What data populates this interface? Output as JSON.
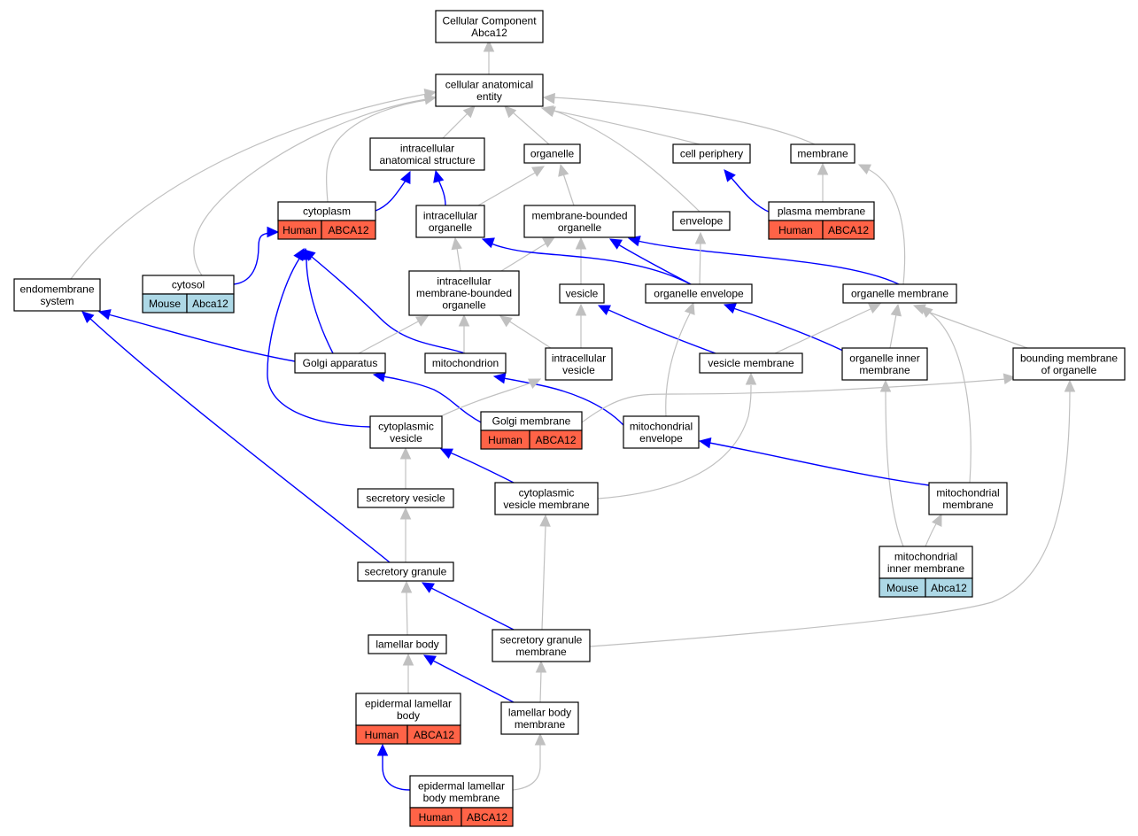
{
  "graph": {
    "colors": {
      "human": "#ff6347",
      "mouse": "#add8e6",
      "is_a": "#c0c0c0",
      "part_of": "#0000ff"
    },
    "nodes": [
      {
        "id": "root",
        "lines": [
          "Cellular Component",
          "Abca12"
        ]
      },
      {
        "id": "cae",
        "lines": [
          "cellular anatomical",
          "entity"
        ]
      },
      {
        "id": "ias",
        "lines": [
          "intracellular",
          "anatomical structure"
        ]
      },
      {
        "id": "organelle",
        "lines": [
          "organelle"
        ]
      },
      {
        "id": "cellperiph",
        "lines": [
          "cell periphery"
        ]
      },
      {
        "id": "membrane",
        "lines": [
          "membrane"
        ]
      },
      {
        "id": "cytoplasm",
        "lines": [
          "cytoplasm"
        ],
        "annotation": {
          "species": "Human",
          "gene": "ABCA12"
        }
      },
      {
        "id": "intraorg",
        "lines": [
          "intracellular",
          "organelle"
        ]
      },
      {
        "id": "mbo",
        "lines": [
          "membrane-bounded",
          "organelle"
        ]
      },
      {
        "id": "envelope",
        "lines": [
          "envelope"
        ]
      },
      {
        "id": "plasmamem",
        "lines": [
          "plasma membrane"
        ],
        "annotation": {
          "species": "Human",
          "gene": "ABCA12"
        }
      },
      {
        "id": "endomem",
        "lines": [
          "endomembrane",
          "system"
        ]
      },
      {
        "id": "cytosol",
        "lines": [
          "cytosol"
        ],
        "annotation": {
          "species": "Mouse",
          "gene": "Abca12"
        }
      },
      {
        "id": "imbo",
        "lines": [
          "intracellular",
          "membrane-bounded",
          "organelle"
        ]
      },
      {
        "id": "vesicle",
        "lines": [
          "vesicle"
        ]
      },
      {
        "id": "orgenv",
        "lines": [
          "organelle envelope"
        ]
      },
      {
        "id": "orgmem",
        "lines": [
          "organelle membrane"
        ]
      },
      {
        "id": "golgi",
        "lines": [
          "Golgi apparatus"
        ]
      },
      {
        "id": "mito",
        "lines": [
          "mitochondrion"
        ]
      },
      {
        "id": "intraves",
        "lines": [
          "intracellular",
          "vesicle"
        ]
      },
      {
        "id": "vesmem",
        "lines": [
          "vesicle membrane"
        ]
      },
      {
        "id": "orginner",
        "lines": [
          "organelle inner",
          "membrane"
        ]
      },
      {
        "id": "boundmem",
        "lines": [
          "bounding membrane",
          "of organelle"
        ]
      },
      {
        "id": "cytoves",
        "lines": [
          "cytoplasmic",
          "vesicle"
        ]
      },
      {
        "id": "golgimem",
        "lines": [
          "Golgi membrane"
        ],
        "annotation": {
          "species": "Human",
          "gene": "ABCA12"
        }
      },
      {
        "id": "mitoenv",
        "lines": [
          "mitochondrial",
          "envelope"
        ]
      },
      {
        "id": "secves",
        "lines": [
          "secretory vesicle"
        ]
      },
      {
        "id": "cytovesmem",
        "lines": [
          "cytoplasmic",
          "vesicle membrane"
        ]
      },
      {
        "id": "mitomem",
        "lines": [
          "mitochondrial",
          "membrane"
        ]
      },
      {
        "id": "mitoinner",
        "lines": [
          "mitochondrial",
          "inner membrane"
        ],
        "annotation": {
          "species": "Mouse",
          "gene": "Abca12"
        }
      },
      {
        "id": "secgran",
        "lines": [
          "secretory granule"
        ]
      },
      {
        "id": "lamellar",
        "lines": [
          "lamellar body"
        ]
      },
      {
        "id": "secgranmem",
        "lines": [
          "secretory granule",
          "membrane"
        ]
      },
      {
        "id": "epilam",
        "lines": [
          "epidermal lamellar",
          "body"
        ],
        "annotation": {
          "species": "Human",
          "gene": "ABCA12"
        }
      },
      {
        "id": "lammem",
        "lines": [
          "lamellar body",
          "membrane"
        ]
      },
      {
        "id": "epilammem",
        "lines": [
          "epidermal lamellar",
          "body membrane"
        ],
        "annotation": {
          "species": "Human",
          "gene": "ABCA12"
        }
      }
    ],
    "edges": [
      {
        "from": "cae",
        "to": "root",
        "type": "is_a"
      },
      {
        "from": "ias",
        "to": "cae",
        "type": "is_a"
      },
      {
        "from": "organelle",
        "to": "cae",
        "type": "is_a"
      },
      {
        "from": "cellperiph",
        "to": "cae",
        "type": "is_a"
      },
      {
        "from": "membrane",
        "to": "cae",
        "type": "is_a"
      },
      {
        "from": "cytoplasm",
        "to": "cae",
        "type": "is_a"
      },
      {
        "from": "envelope",
        "to": "cae",
        "type": "is_a"
      },
      {
        "from": "endomem",
        "to": "cae",
        "type": "is_a"
      },
      {
        "from": "cytosol",
        "to": "cae",
        "type": "is_a"
      },
      {
        "from": "cytoplasm",
        "to": "ias",
        "type": "part_of"
      },
      {
        "from": "intraorg",
        "to": "ias",
        "type": "part_of"
      },
      {
        "from": "intraorg",
        "to": "organelle",
        "type": "is_a"
      },
      {
        "from": "mbo",
        "to": "organelle",
        "type": "is_a"
      },
      {
        "from": "plasmamem",
        "to": "cellperiph",
        "type": "part_of"
      },
      {
        "from": "plasmamem",
        "to": "membrane",
        "type": "is_a"
      },
      {
        "from": "orgmem",
        "to": "membrane",
        "type": "is_a"
      },
      {
        "from": "cytosol",
        "to": "cytoplasm",
        "type": "part_of"
      },
      {
        "from": "golgi",
        "to": "cytoplasm",
        "type": "part_of"
      },
      {
        "from": "mito",
        "to": "cytoplasm",
        "type": "part_of"
      },
      {
        "from": "cytoves",
        "to": "cytoplasm",
        "type": "part_of"
      },
      {
        "from": "imbo",
        "to": "intraorg",
        "type": "is_a"
      },
      {
        "from": "imbo",
        "to": "mbo",
        "type": "is_a"
      },
      {
        "from": "vesicle",
        "to": "mbo",
        "type": "is_a"
      },
      {
        "from": "orgenv",
        "to": "intraorg",
        "type": "part_of"
      },
      {
        "from": "orgenv",
        "to": "mbo",
        "type": "part_of"
      },
      {
        "from": "orgmem",
        "to": "mbo",
        "type": "part_of"
      },
      {
        "from": "orgenv",
        "to": "envelope",
        "type": "is_a"
      },
      {
        "from": "golgi",
        "to": "endomem",
        "type": "part_of"
      },
      {
        "from": "secgran",
        "to": "endomem",
        "type": "part_of"
      },
      {
        "from": "golgi",
        "to": "imbo",
        "type": "is_a"
      },
      {
        "from": "mito",
        "to": "imbo",
        "type": "is_a"
      },
      {
        "from": "intraves",
        "to": "imbo",
        "type": "is_a"
      },
      {
        "from": "intraves",
        "to": "vesicle",
        "type": "is_a"
      },
      {
        "from": "vesmem",
        "to": "vesicle",
        "type": "part_of"
      },
      {
        "from": "orginner",
        "to": "orgenv",
        "type": "part_of"
      },
      {
        "from": "mitoenv",
        "to": "orgenv",
        "type": "is_a"
      },
      {
        "from": "vesmem",
        "to": "orgmem",
        "type": "is_a"
      },
      {
        "from": "orginner",
        "to": "orgmem",
        "type": "is_a"
      },
      {
        "from": "boundmem",
        "to": "orgmem",
        "type": "is_a"
      },
      {
        "from": "mitomem",
        "to": "orgmem",
        "type": "is_a"
      },
      {
        "from": "golgimem",
        "to": "golgi",
        "type": "part_of"
      },
      {
        "from": "mitoenv",
        "to": "mito",
        "type": "part_of"
      },
      {
        "from": "cytoves",
        "to": "intraves",
        "type": "is_a"
      },
      {
        "from": "golgimem",
        "to": "boundmem",
        "type": "is_a"
      },
      {
        "from": "cytovesmem",
        "to": "vesmem",
        "type": "is_a"
      },
      {
        "from": "mitoinner",
        "to": "orginner",
        "type": "is_a"
      },
      {
        "from": "secgranmem",
        "to": "boundmem",
        "type": "is_a"
      },
      {
        "from": "secves",
        "to": "cytoves",
        "type": "is_a"
      },
      {
        "from": "cytovesmem",
        "to": "cytoves",
        "type": "part_of"
      },
      {
        "from": "mitomem",
        "to": "mitoenv",
        "type": "part_of"
      },
      {
        "from": "mitoinner",
        "to": "mitomem",
        "type": "is_a"
      },
      {
        "from": "secgran",
        "to": "secves",
        "type": "is_a"
      },
      {
        "from": "secgranmem",
        "to": "cytovesmem",
        "type": "is_a"
      },
      {
        "from": "lamellar",
        "to": "secgran",
        "type": "is_a"
      },
      {
        "from": "secgranmem",
        "to": "secgran",
        "type": "part_of"
      },
      {
        "from": "epilam",
        "to": "lamellar",
        "type": "is_a"
      },
      {
        "from": "lammem",
        "to": "lamellar",
        "type": "part_of"
      },
      {
        "from": "lammem",
        "to": "secgranmem",
        "type": "is_a"
      },
      {
        "from": "epilammem",
        "to": "epilam",
        "type": "part_of"
      },
      {
        "from": "epilammem",
        "to": "lammem",
        "type": "is_a"
      }
    ]
  }
}
